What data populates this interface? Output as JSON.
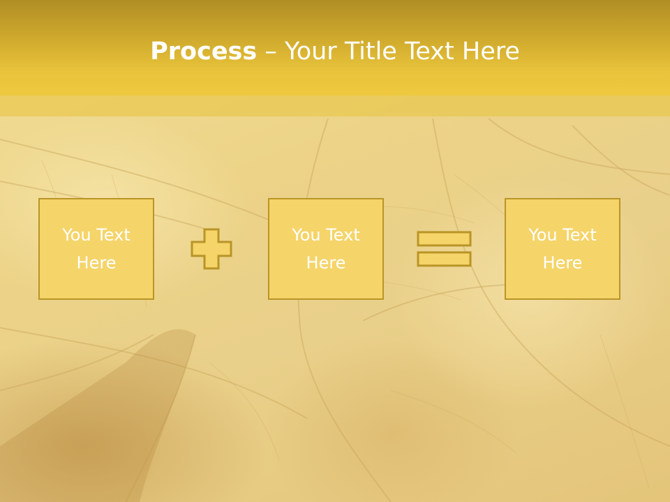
{
  "slide": {
    "title_bold": "Process",
    "title_sep": " – ",
    "title_rest": "Your Title Text Here"
  },
  "boxes": [
    {
      "text": "You Text\nHere"
    },
    {
      "text": "You Text\nHere"
    },
    {
      "text": "You Text\nHere"
    }
  ],
  "icons": {
    "operator_1": "plus-icon",
    "operator_2": "equals-icon"
  },
  "colors": {
    "title_bar": "#e8c33b",
    "box_fill": "#f5d469",
    "box_border": "#b99527",
    "text": "#ffffff"
  }
}
